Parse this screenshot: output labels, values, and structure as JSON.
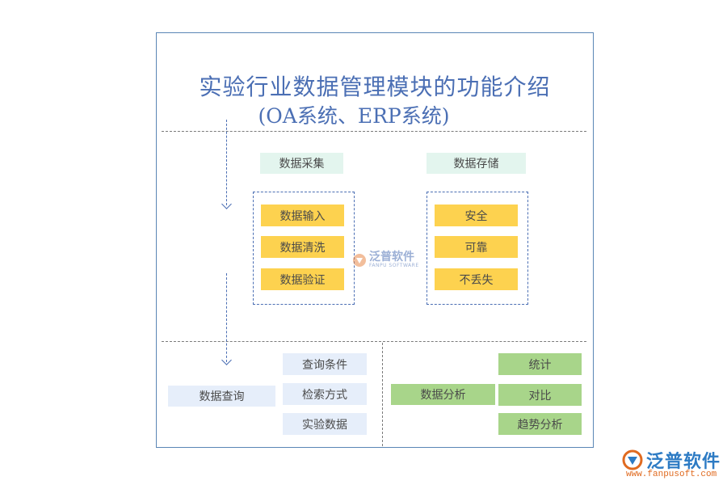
{
  "title": {
    "line1": "实验行业数据管理模块的功能介绍",
    "line2": "(OA系统、ERP系统)"
  },
  "collection": {
    "header": "数据采集",
    "items": [
      "数据输入",
      "数据清洗",
      "数据验证"
    ]
  },
  "storage": {
    "header": "数据存储",
    "items": [
      "安全",
      "可靠",
      "不丢失"
    ]
  },
  "query": {
    "label": "数据查询",
    "items": [
      "查询条件",
      "检索方式",
      "实验数据"
    ]
  },
  "analysis": {
    "label": "数据分析",
    "items": [
      "统计",
      "对比",
      "趋势分析"
    ]
  },
  "watermark": {
    "text": "泛普软件",
    "sub": "FANPU SOFTWARE"
  },
  "logo": {
    "text": "泛普软件",
    "url": "www.fanpusoft.com"
  },
  "colors": {
    "accent": "#4b6fb4",
    "yellow": "#fdd24f",
    "mint": "#e3f5ee",
    "light_blue": "#e6eefa",
    "green": "#a8d58a",
    "logo_blue": "#2d7bc4",
    "logo_orange": "#e06a1f"
  }
}
